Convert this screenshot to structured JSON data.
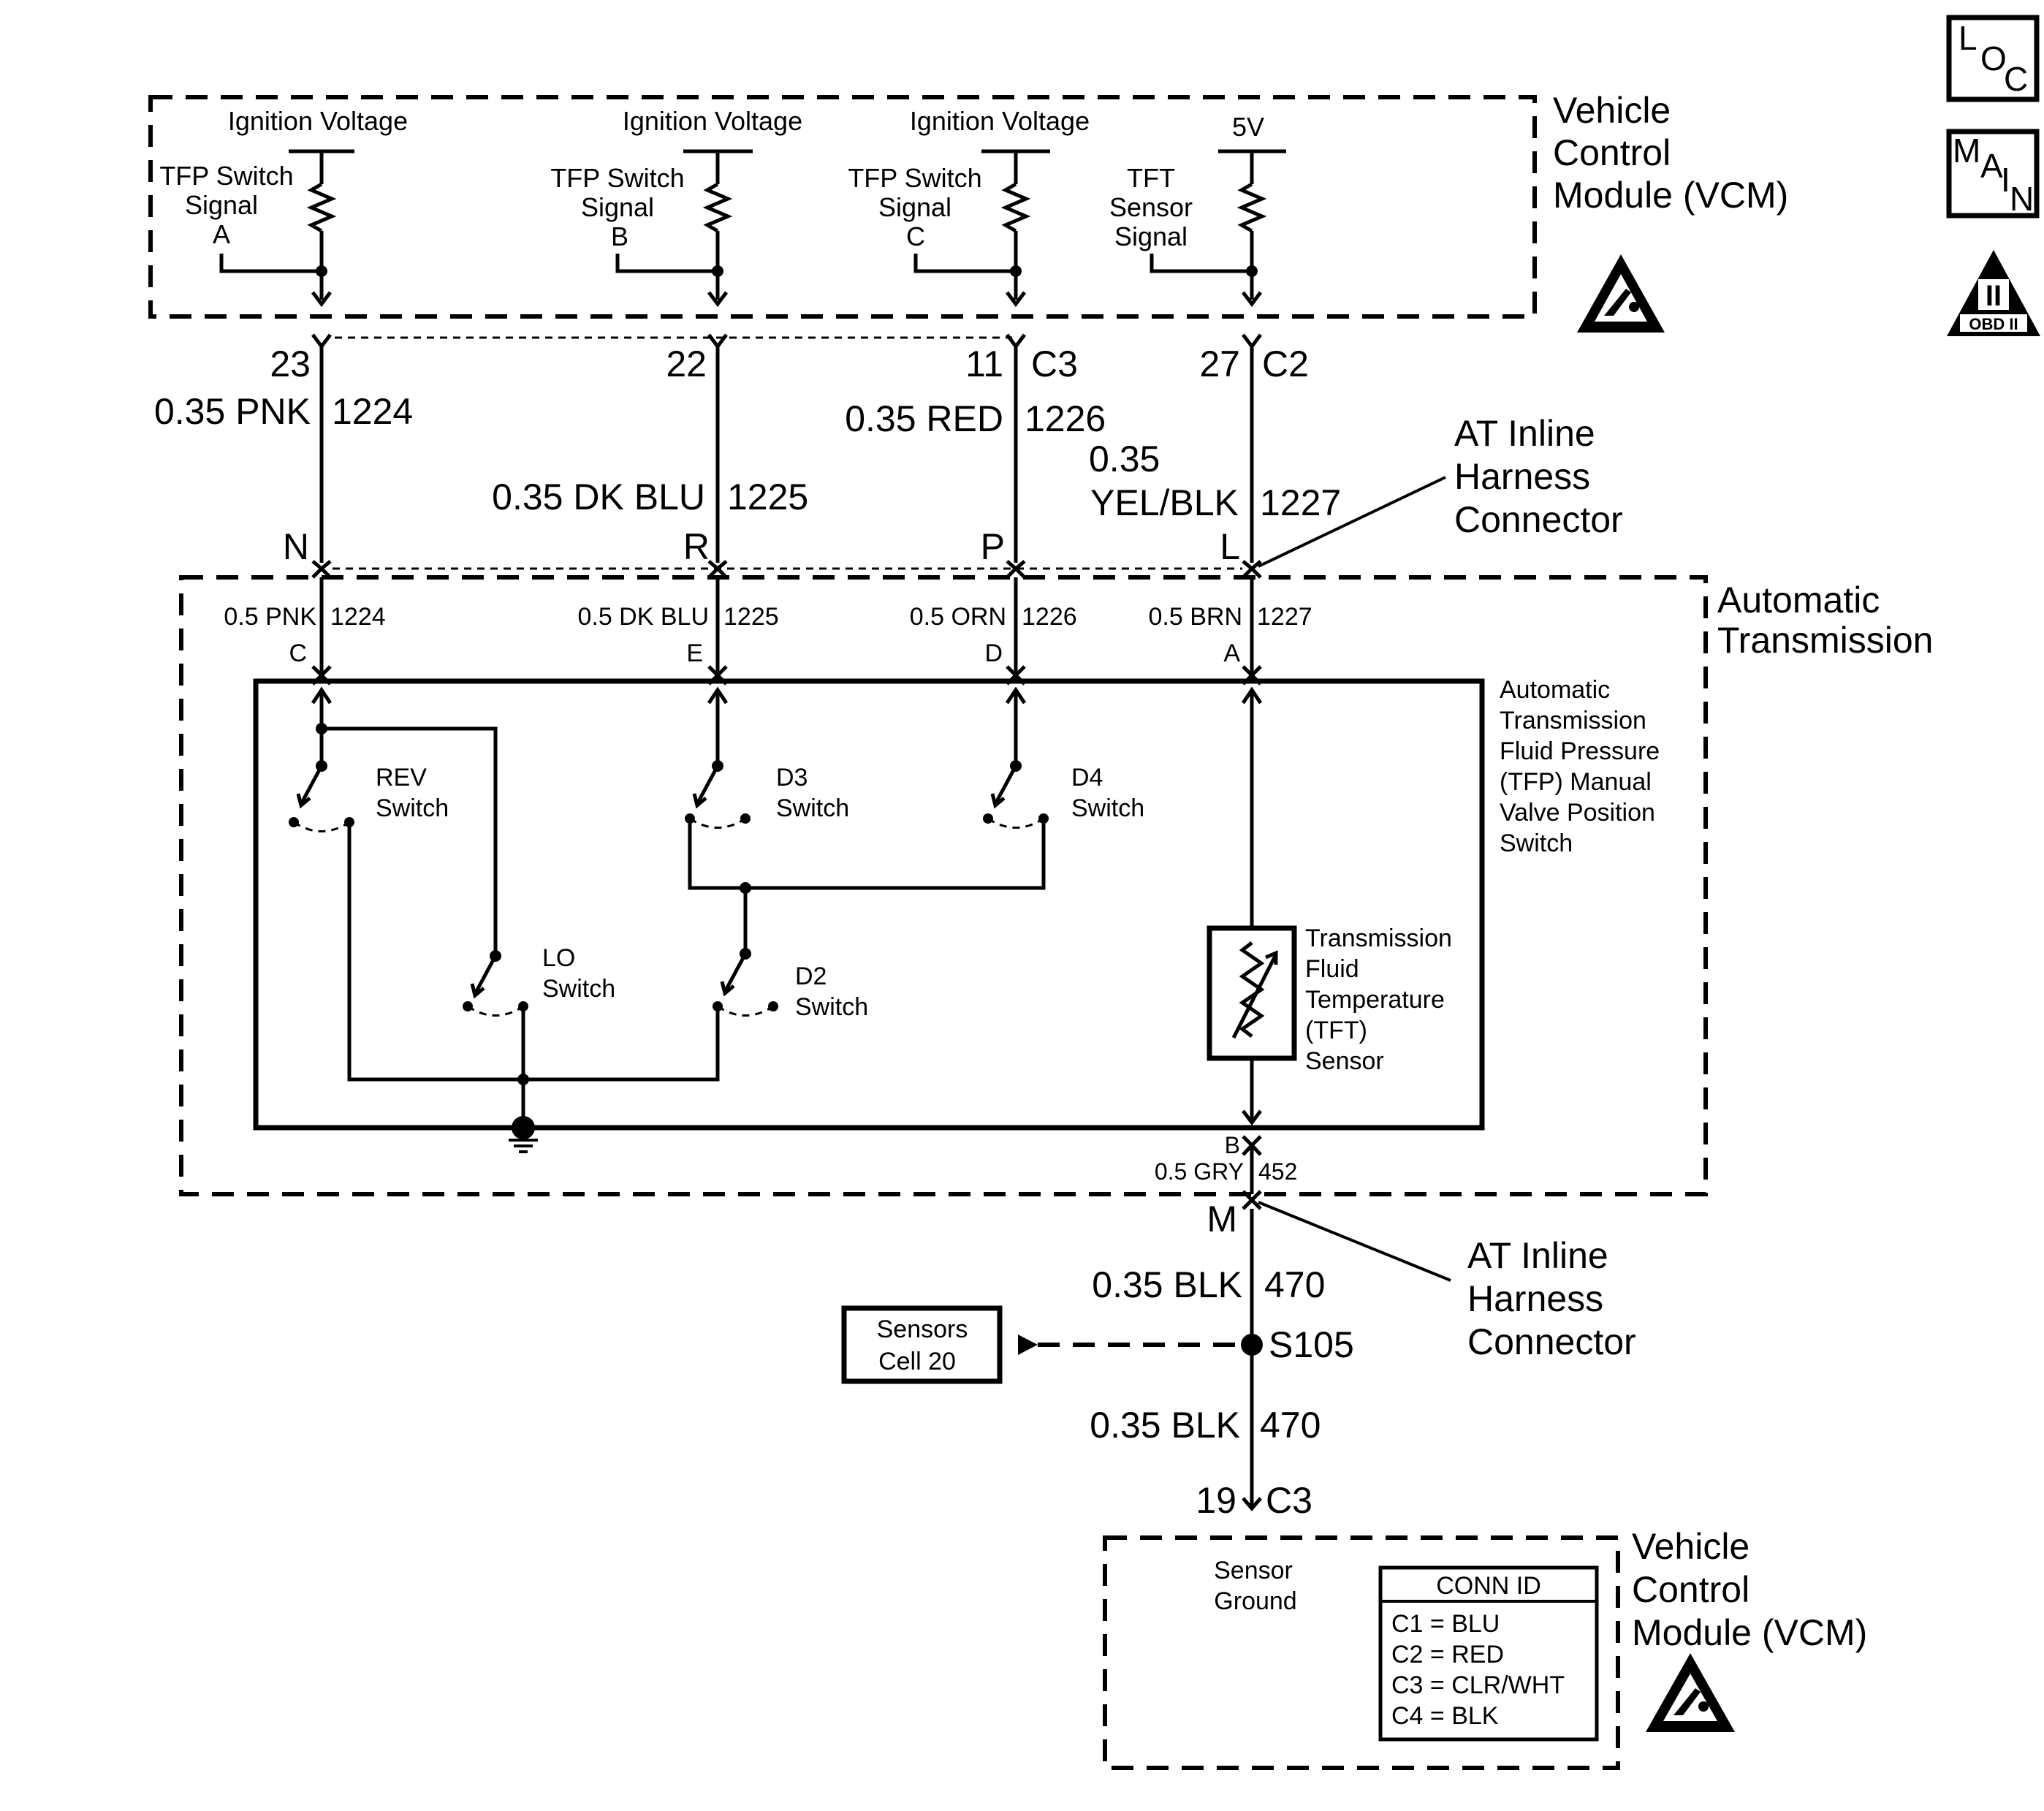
{
  "vcm_top": {
    "title_lines": [
      "Vehicle",
      "Control",
      "Module (VCM)"
    ],
    "circuits": [
      {
        "supply": "Ignition Voltage",
        "signal_lines": [
          "TFP Switch",
          "Signal",
          "A"
        ]
      },
      {
        "supply": "Ignition Voltage",
        "signal_lines": [
          "TFP Switch",
          "Signal",
          "B"
        ]
      },
      {
        "supply": "Ignition Voltage",
        "signal_lines": [
          "TFP Switch",
          "Signal",
          "C"
        ]
      },
      {
        "supply": "5V",
        "signal_lines": [
          "TFT",
          "Sensor",
          "Signal"
        ]
      }
    ]
  },
  "vcm_pins": [
    {
      "pin": "23",
      "conn": ""
    },
    {
      "pin": "22",
      "conn": ""
    },
    {
      "pin": "11",
      "conn": "C3"
    },
    {
      "pin": "27",
      "conn": "C2"
    }
  ],
  "upper_wires": [
    {
      "gauge_color": "0.35 PNK",
      "circuit": "1224"
    },
    {
      "gauge_color": "0.35 DK BLU",
      "circuit": "1225"
    },
    {
      "gauge_color": "0.35 RED",
      "circuit": "1226"
    },
    {
      "gauge_color_lines": [
        "0.35",
        "YEL/BLK"
      ],
      "circuit": "1227"
    }
  ],
  "inline_connector_top": {
    "label_lines": [
      "AT Inline",
      "Harness",
      "Connector"
    ],
    "pins": [
      "N",
      "R",
      "P",
      "L"
    ]
  },
  "transmission": {
    "title_lines": [
      "Automatic",
      "Transmission"
    ],
    "inner_wires": [
      {
        "gauge_color": "0.5 PNK",
        "circuit": "1224",
        "pin": "C"
      },
      {
        "gauge_color": "0.5 DK BLU",
        "circuit": "1225",
        "pin": "E"
      },
      {
        "gauge_color": "0.5 ORN",
        "circuit": "1226",
        "pin": "D"
      },
      {
        "gauge_color": "0.5 BRN",
        "circuit": "1227",
        "pin": "A"
      }
    ],
    "tfp_switch_label_lines": [
      "Automatic",
      "Transmission",
      "Fluid Pressure",
      "(TFP) Manual",
      "Valve Position",
      "Switch"
    ],
    "switches": {
      "rev": [
        "REV",
        "Switch"
      ],
      "d3": [
        "D3",
        "Switch"
      ],
      "d4": [
        "D4",
        "Switch"
      ],
      "lo": [
        "LO",
        "Switch"
      ],
      "d2": [
        "D2",
        "Switch"
      ]
    },
    "tft_sensor_label_lines": [
      "Transmission",
      "Fluid",
      "Temperature",
      "(TFT)",
      "Sensor"
    ],
    "ground_wire": {
      "pin": "B",
      "gauge_color": "0.5 GRY",
      "circuit": "452"
    }
  },
  "inline_connector_bottom": {
    "pin": "M",
    "label_lines": [
      "AT Inline",
      "Harness",
      "Connector"
    ]
  },
  "lower_wires": [
    {
      "gauge_color": "0.35 BLK",
      "circuit": "470"
    },
    {
      "gauge_color": "0.35 BLK",
      "circuit": "470"
    }
  ],
  "splice": {
    "id": "S105"
  },
  "sensors_ref_lines": [
    "Sensors",
    "Cell 20"
  ],
  "vcm_bottom": {
    "pin": "19",
    "conn": "C3",
    "ground_label_lines": [
      "Sensor",
      "Ground"
    ],
    "title_lines": [
      "Vehicle",
      "Control",
      "Module (VCM)"
    ],
    "conn_id": {
      "header": "CONN ID",
      "rows": [
        "C1 = BLU",
        "C2 = RED",
        "C3 = CLR/WHT",
        "C4 = BLK"
      ]
    }
  },
  "side_icons": [
    {
      "icon": "loc-icon",
      "letters": [
        "L",
        "O",
        "C"
      ]
    },
    {
      "icon": "main-icon",
      "letters": [
        "M",
        "A",
        "I",
        "N"
      ]
    },
    {
      "icon": "obd-ii-icon",
      "numeral": "II",
      "caption": "OBD II"
    }
  ],
  "esd_icon": "esd-warning-icon"
}
